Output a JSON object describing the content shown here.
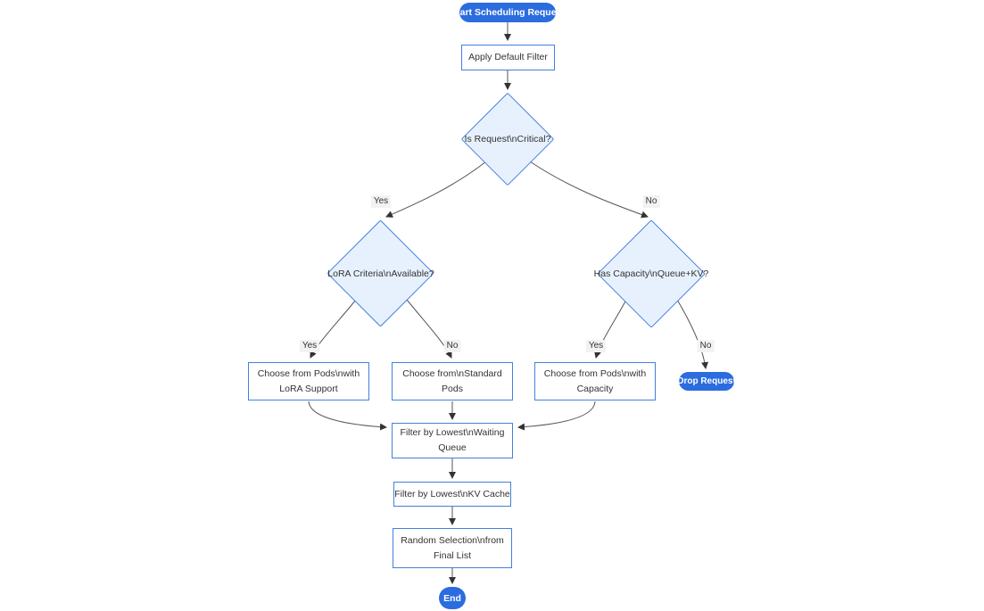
{
  "diagram": {
    "type": "flowchart",
    "nodes": {
      "start": "Start Scheduling Request",
      "apply_filter": "Apply Default Filter",
      "is_critical": "Is Request\\nCritical?",
      "lora_criteria": "LoRA Criteria\\nAvailable?",
      "has_capacity": "Has Capacity\\nQueue+KV?",
      "choose_lora": "Choose from Pods\\nwith LoRA Support",
      "choose_standard": "Choose from\\nStandard Pods",
      "choose_capacity": "Choose from Pods\\nwith Capacity",
      "drop_request": "Drop Request",
      "filter_waiting": "Filter by Lowest\\nWaiting Queue",
      "filter_kv": "Filter by Lowest\\nKV Cache",
      "random_selection": "Random Selection\\nfrom Final List",
      "end": "End"
    },
    "edge_labels": {
      "critical_yes": "Yes",
      "critical_no": "No",
      "lora_yes": "Yes",
      "lora_no": "No",
      "capacity_yes": "Yes",
      "capacity_no": "No"
    },
    "colors": {
      "accent_fill": "#2b6cdf",
      "node_border": "#4380dd",
      "decision_fill": "#e7f1fd",
      "process_fill": "#ffffff",
      "text": "#333333",
      "edge": "#555555",
      "edge_label_bg": "#f2f2f2"
    }
  }
}
